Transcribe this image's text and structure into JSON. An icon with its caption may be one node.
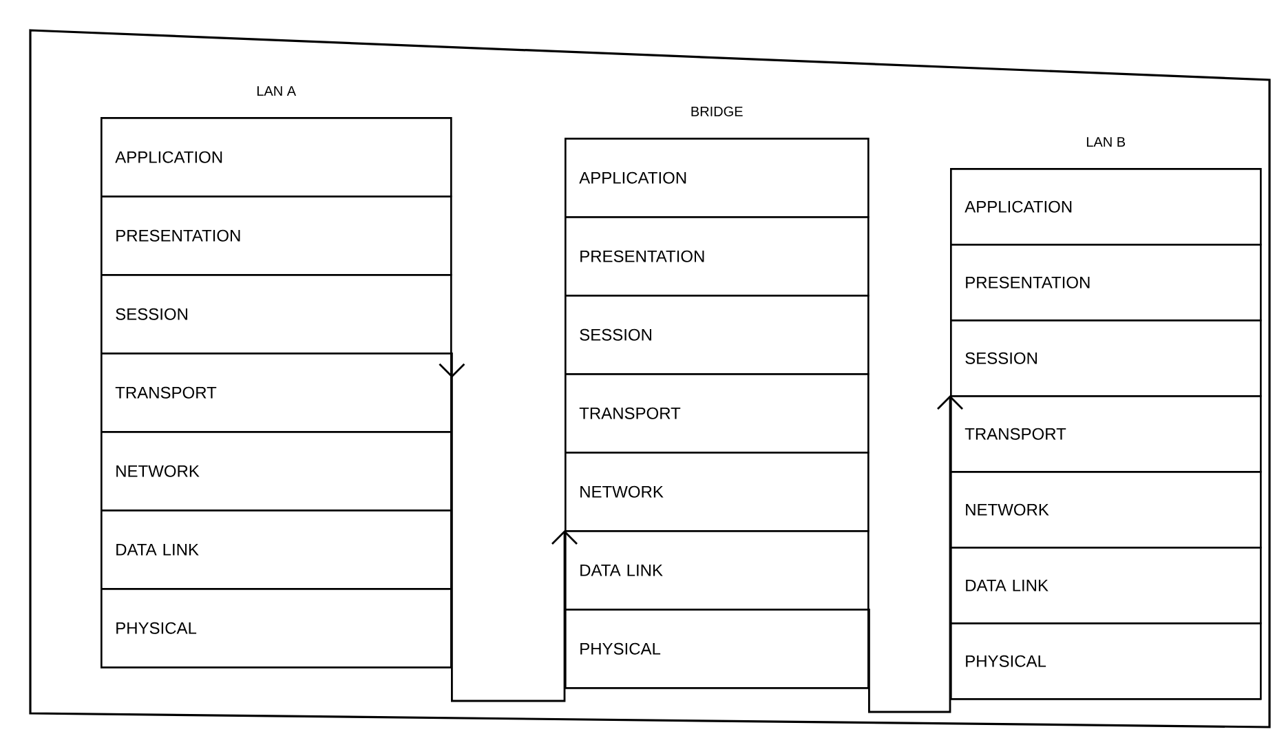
{
  "diagram": {
    "nodes": [
      {
        "text": [
          "LAN A"
        ]
      },
      {
        "text": [
          "APPLICATION"
        ],
        "in": 0
      },
      {
        "text": [
          "PRESENTATION"
        ],
        "in": 0
      },
      {
        "text": [
          "SESSION"
        ],
        "in": 0
      },
      {
        "text": [
          "TRANSPORT"
        ],
        "in": 0
      },
      {
        "text": [
          "NETWORK"
        ],
        "in": 0
      },
      {
        "text": [
          "DATA LINK"
        ],
        "in": 0
      },
      {
        "text": [
          "PHYSICAL"
        ],
        "in": 0
      },
      {
        "text": [
          "BRIDGE"
        ]
      },
      {
        "text": [
          "APPLICATION"
        ],
        "in": 8
      },
      {
        "text": [
          "PRESENTATION"
        ],
        "in": 8
      },
      {
        "text": [
          "SESSION"
        ],
        "in": 8
      },
      {
        "text": [
          "TRANSPORT"
        ],
        "in": 8
      },
      {
        "text": [
          "NETWORK"
        ],
        "in": 8
      },
      {
        "text": [
          "DATA LINK"
        ],
        "in": 8
      },
      {
        "text": [
          "PHYSICAL"
        ],
        "in": 8
      },
      {
        "text": [
          "LAN B"
        ]
      },
      {
        "text": [
          "APPLICATION"
        ],
        "in": 16
      },
      {
        "text": [
          "PRESENTATION"
        ],
        "in": 16
      },
      {
        "text": [
          "SESSION"
        ],
        "in": 16
      },
      {
        "text": [
          "TRANSPORT"
        ],
        "in": 16
      },
      {
        "text": [
          "NETWORK"
        ],
        "in": 16
      },
      {
        "text": [
          "DATA LINK"
        ],
        "in": 16
      },
      {
        "text": [
          "PHYSICAL"
        ],
        "in": 16
      }
    ],
    "edges": [
      {
        "from": 4,
        "to": 14,
        "arrow": "to"
      },
      {
        "from": 15,
        "to": 20,
        "arrow": "to"
      }
    ]
  }
}
